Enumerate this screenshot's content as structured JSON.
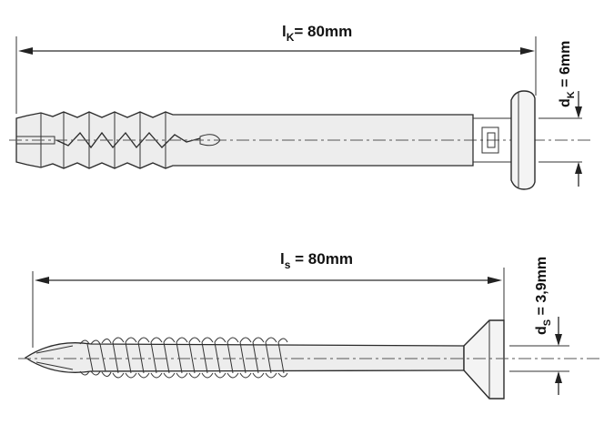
{
  "anchor": {
    "length_label": {
      "main": "l",
      "sub": "K",
      "value": "= 80mm"
    },
    "diameter_label": {
      "main": "d",
      "sub": "K",
      "value": " = 6mm"
    }
  },
  "screw": {
    "length_label": {
      "main": "l",
      "sub": "s",
      "value": " = 80mm"
    },
    "diameter_label": {
      "main": "d",
      "sub": "S",
      "value": " = 3,9mm"
    }
  }
}
